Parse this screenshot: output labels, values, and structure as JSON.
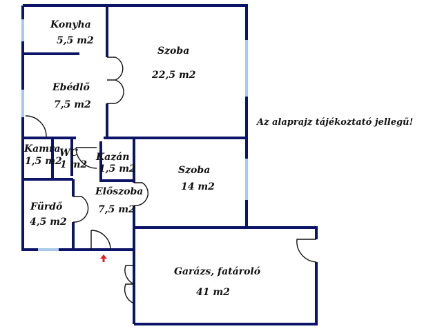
{
  "rooms": [
    {
      "name": "Konyha",
      "area": "5,5 m2"
    },
    {
      "name": "Szoba",
      "area": "22,5 m2"
    },
    {
      "name": "Ebédlő",
      "area": "7,5 m2"
    },
    {
      "name": "Kamra",
      "area": "1,5 m2"
    },
    {
      "name": "WC",
      "area": "1 m2"
    },
    {
      "name": "Kazán",
      "area": "1,5 m2"
    },
    {
      "name": "Szoba",
      "area": "14 m2"
    },
    {
      "name": "Fürdő",
      "area": "4,5 m2"
    },
    {
      "name": "Előszoba",
      "area": "7,5 m2"
    },
    {
      "name": "Garázs, fatároló",
      "area": "41 m2"
    }
  ],
  "note": "Az alaprajz tájékoztató jellegű!",
  "colors": {
    "wall": "#0b1466",
    "window": "#a9c9ea",
    "entrance_arrow": "#e02020"
  },
  "icons": {
    "entrance": "arrow-up-icon"
  }
}
